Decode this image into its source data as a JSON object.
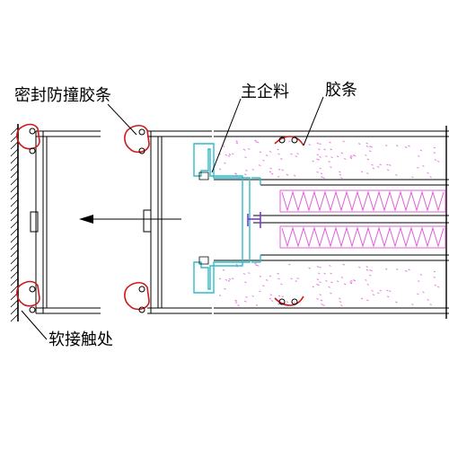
{
  "labels": {
    "seal_strip": "密封防撞胶条",
    "main_mullion": "主企料",
    "rubber_strip": "胶条",
    "soft_contact": "软接触处"
  },
  "colors": {
    "line": "#000000",
    "seal": "#d01818",
    "profile": "#2fbcc8",
    "insulation": "#e060d8",
    "speckle": "#e878e0",
    "bolt": "#7a3ad0"
  },
  "symbols": {
    "motion_arrow": "leftward arrow"
  }
}
